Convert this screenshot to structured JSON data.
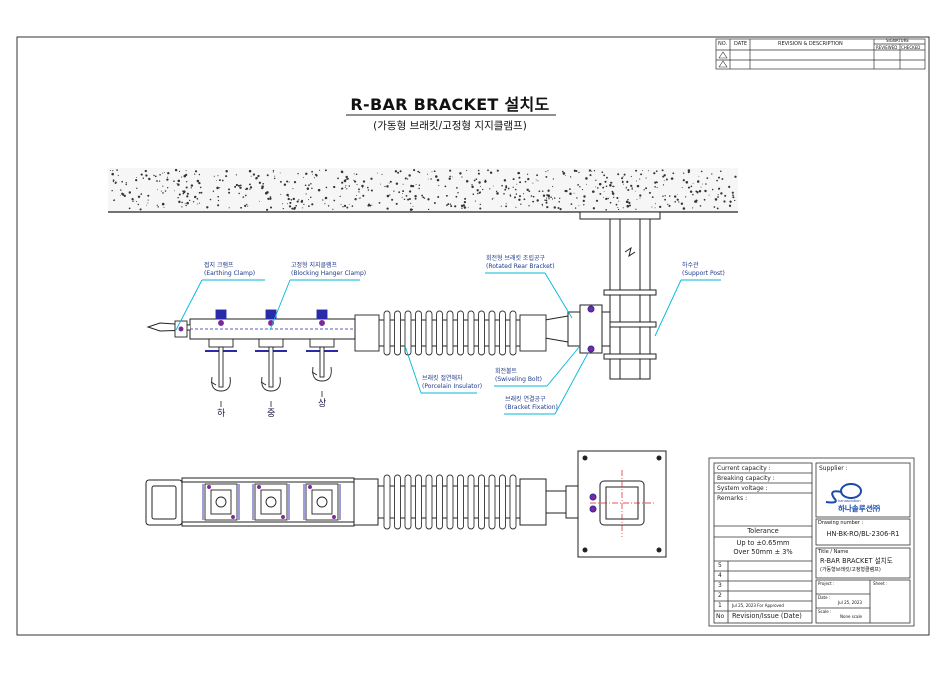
{
  "drawing": {
    "title": "R-BAR BRACKET 설치도",
    "subtitle": "(가동형 브래킷/고정형 지지클램프)"
  },
  "callouts": {
    "earthing_clamp": {
      "ko": "접지 크램프",
      "en": "(Earthing Clamp)"
    },
    "blocking_hanger_clamp": {
      "ko": "고정형 지지클램프",
      "en": "(Blocking Hanger Clamp)"
    },
    "rotated_rear_bracket": {
      "ko": "회전형 브래킷 조립공구",
      "en": "(Rotated Rear Bracket)"
    },
    "support_post": {
      "ko": "하수관",
      "en": "(Support Post)"
    },
    "porcelain_insulator": {
      "ko": "브래킷 절연애자",
      "en": "(Porcelain Insulator)"
    },
    "swiveling_bolt": {
      "ko": "회전볼트",
      "en": "(Swiveling Bolt)"
    },
    "bracket_fixation": {
      "ko": "브래킷 연결공구",
      "en": "(Bracket Fixation)"
    }
  },
  "levels": [
    "하",
    "중",
    "상"
  ],
  "revision_header": {
    "no": "NO.",
    "date": "DATE",
    "revision": "REVISION & DESCRIPTION",
    "signature": "SIGNATURE",
    "reviewed": "REVIEWED",
    "checked": "CHECKED"
  },
  "title_block": {
    "fields": [
      "Current capacity :",
      "Breaking capacity :",
      "System voltage :",
      "Remarks :"
    ],
    "tolerance_label": "Tolerance",
    "tolerance_lines": [
      "Up to ±0.65mm",
      "Over 50mm ± 3%"
    ],
    "revision_rows": [
      {
        "no": "5",
        "text": ""
      },
      {
        "no": "4",
        "text": ""
      },
      {
        "no": "3",
        "text": ""
      },
      {
        "no": "2",
        "text": ""
      },
      {
        "no": "1",
        "text": "Jul 25, 2023 For Approved"
      }
    ],
    "revision_footer": {
      "no": "No",
      "label": "Revision/Issue (Date)"
    },
    "supplier_label": "Supplier :",
    "company_name": "하나솔루션㈜",
    "logo_text": "hanasolution",
    "drawing_number_label": "Drawing number :",
    "drawing_number": "HN-BK-RO/BL-2306-R1",
    "title_name_label": "Title / Name",
    "title_name": "R-BAR BRACKET 설치도",
    "title_sub": "(가동형브래킷/고정형클램프)",
    "project_label": "Project :",
    "sheet_label": "Sheet :",
    "date_label": "Date :",
    "date_value": "Jul 25, 2023",
    "scale_label": "Scale :",
    "scale_value": "None scale"
  },
  "colors": {
    "outline": "#222222",
    "leader": "#00b7d9",
    "insulator": "#555555",
    "bolt_blue": "#2a2aa8",
    "bolt_purple": "#7a2a9a",
    "centerline": "#e21b1b",
    "logo_blue": "#1c4aa8"
  }
}
